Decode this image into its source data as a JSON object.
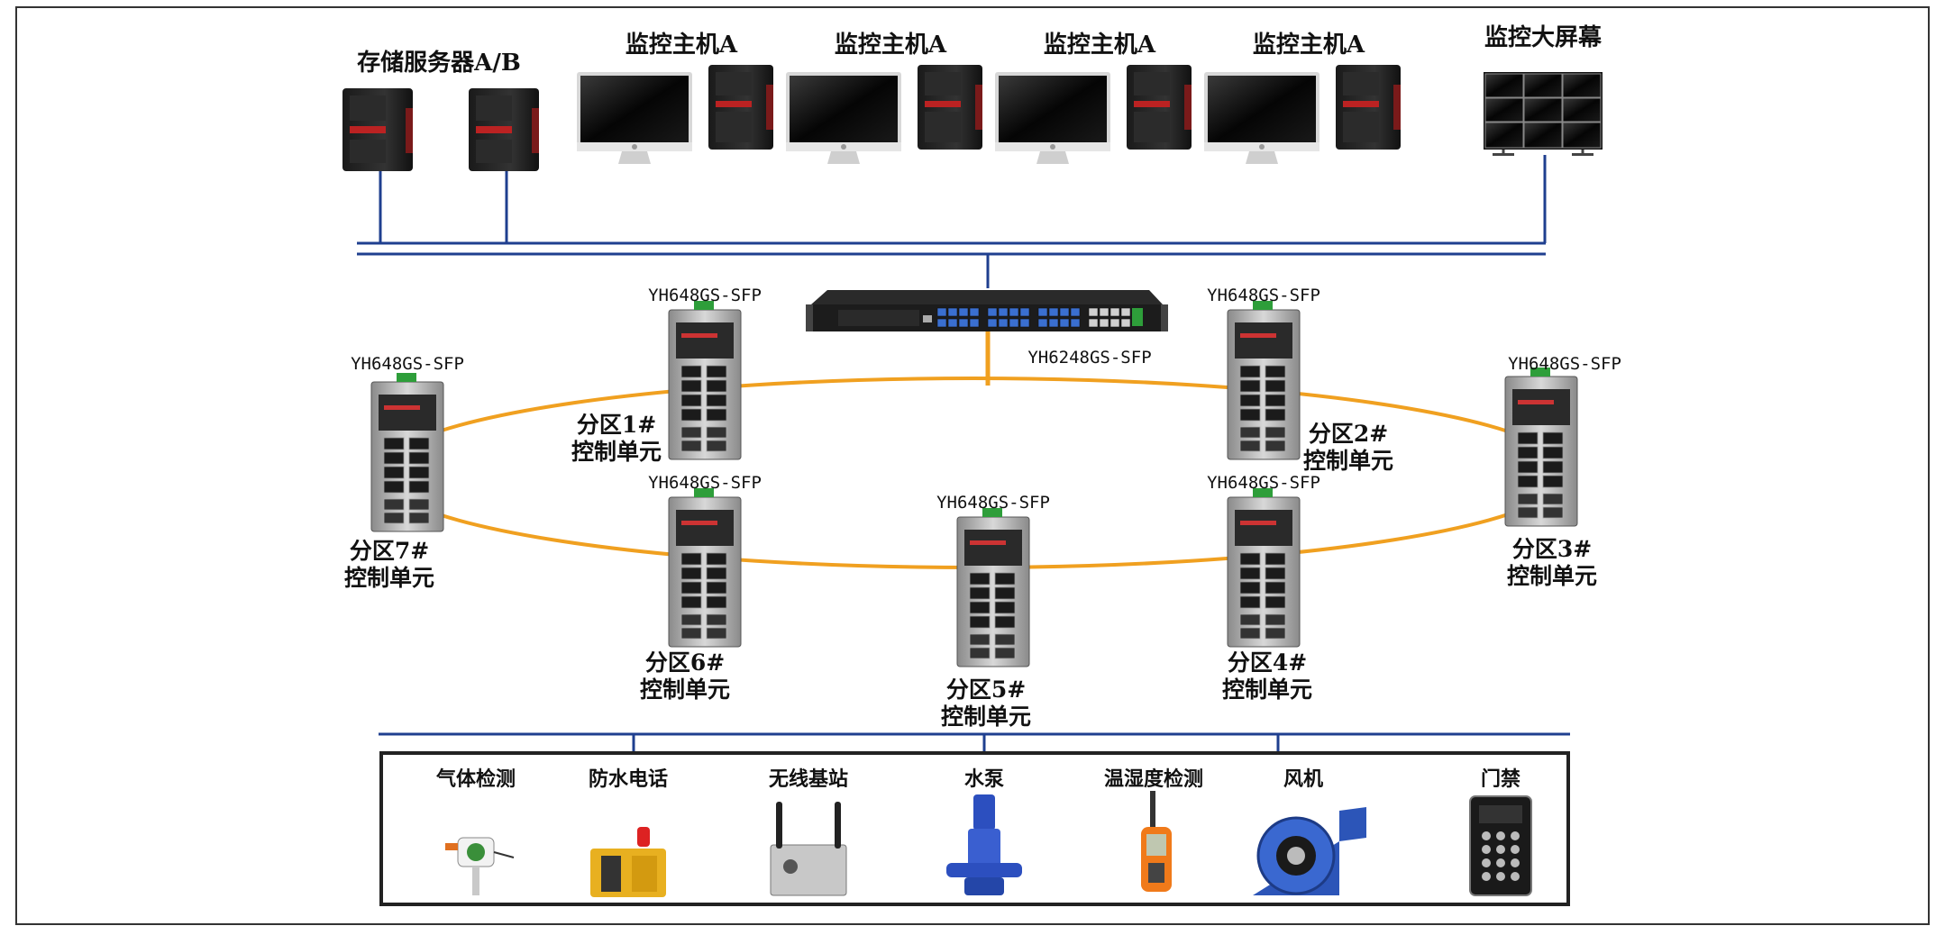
{
  "top": {
    "storage_label": "存储服务器A/B",
    "host_labels": [
      "监控主机A",
      "监控主机A",
      "监控主机A",
      "监控主机A"
    ],
    "screen_label": "监控大屏幕"
  },
  "core_switch": {
    "model": "YH6248GS-SFP"
  },
  "ring_nodes": [
    {
      "model": "YH648GS-SFP",
      "zone": "分区1#",
      "unit": "控制单元"
    },
    {
      "model": "YH648GS-SFP",
      "zone": "分区2#",
      "unit": "控制单元"
    },
    {
      "model": "YH648GS-SFP",
      "zone": "分区3#",
      "unit": "控制单元"
    },
    {
      "model": "YH648GS-SFP",
      "zone": "分区4#",
      "unit": "控制单元"
    },
    {
      "model": "YH648GS-SFP",
      "zone": "分区5#",
      "unit": "控制单元"
    },
    {
      "model": "YH648GS-SFP",
      "zone": "分区6#",
      "unit": "控制单元"
    },
    {
      "model": "YH648GS-SFP",
      "zone": "分区7#",
      "unit": "控制单元"
    }
  ],
  "field_devices": [
    "气体检测",
    "防水电话",
    "无线基站",
    "水泵",
    "温湿度检测",
    "风机",
    "门禁"
  ],
  "colors": {
    "bus": "#1f3f8f",
    "ring": "#f0a020",
    "frame": "#222222"
  }
}
